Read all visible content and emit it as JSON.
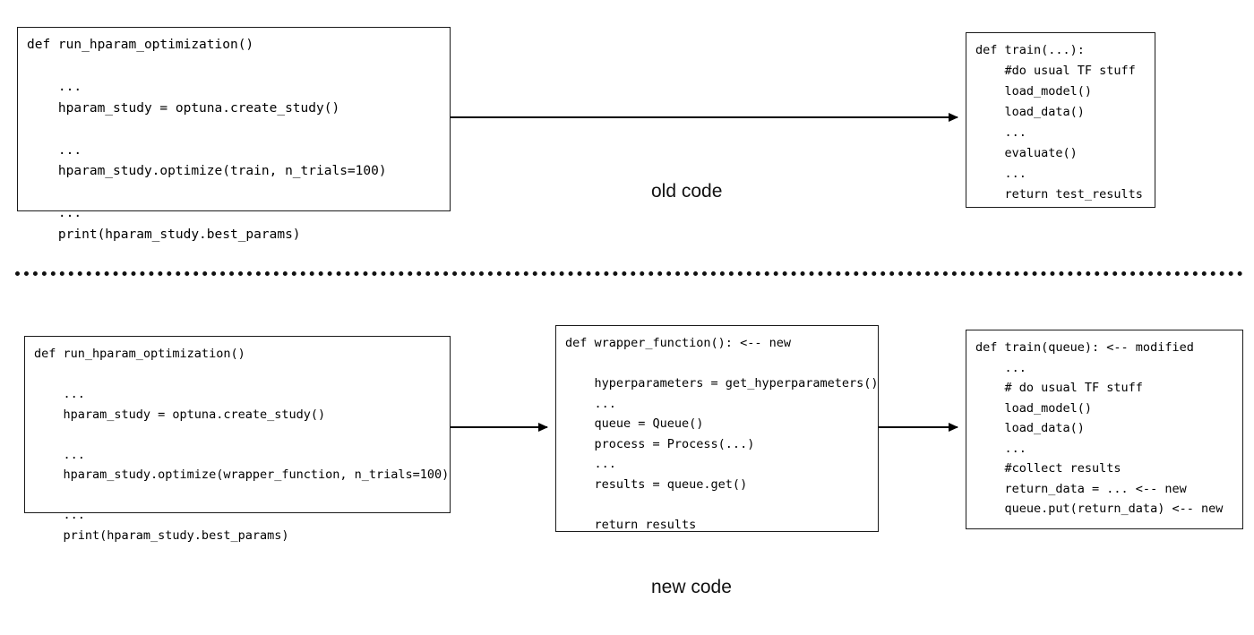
{
  "diagram": {
    "title": "Hyperparameter optimization refactor: old code vs new code",
    "background_color": "#ffffff",
    "line_color": "#000000",
    "text_color": "#111111"
  },
  "sections": {
    "old": {
      "caption": "old code"
    },
    "new": {
      "caption": "new code"
    }
  },
  "boxes": {
    "old_caller": {
      "name": "run_hparam_optimization",
      "code": "def run_hparam_optimization()\n\n    ...\n    hparam_study = optuna.create_study()\n\n    ...\n    hparam_study.optimize(train, n_trials=100)\n\n    ...\n    print(hparam_study.best_params)"
    },
    "old_train": {
      "name": "train",
      "code": "def train(...):\n    #do usual TF stuff\n    load_model()\n    load_data()\n    ...\n    evaluate()\n    ...\n    return test_results"
    },
    "new_caller": {
      "name": "run_hparam_optimization",
      "code": "def run_hparam_optimization()\n\n    ...\n    hparam_study = optuna.create_study()\n\n    ...\n    hparam_study.optimize(wrapper_function, n_trials=100)\n\n    ...\n    print(hparam_study.best_params)"
    },
    "new_wrapper": {
      "name": "wrapper_function",
      "code": "def wrapper_function(): <-- new\n\n    hyperparameters = get_hyperparameters()\n    ...\n    queue = Queue()\n    process = Process(...)\n    ...\n    results = queue.get()\n\n    return results"
    },
    "new_train": {
      "name": "train",
      "code": "def train(queue): <-- modified\n    ...\n    # do usual TF stuff\n    load_model()\n    load_data()\n    ...\n    #collect results\n    return_data = ... <-- new\n    queue.put(return_data) <-- new"
    }
  },
  "arrows": {
    "old_flow": "run_hparam_optimization -> train",
    "new_flow_1": "run_hparam_optimization -> wrapper_function",
    "new_flow_2": "wrapper_function -> train"
  }
}
